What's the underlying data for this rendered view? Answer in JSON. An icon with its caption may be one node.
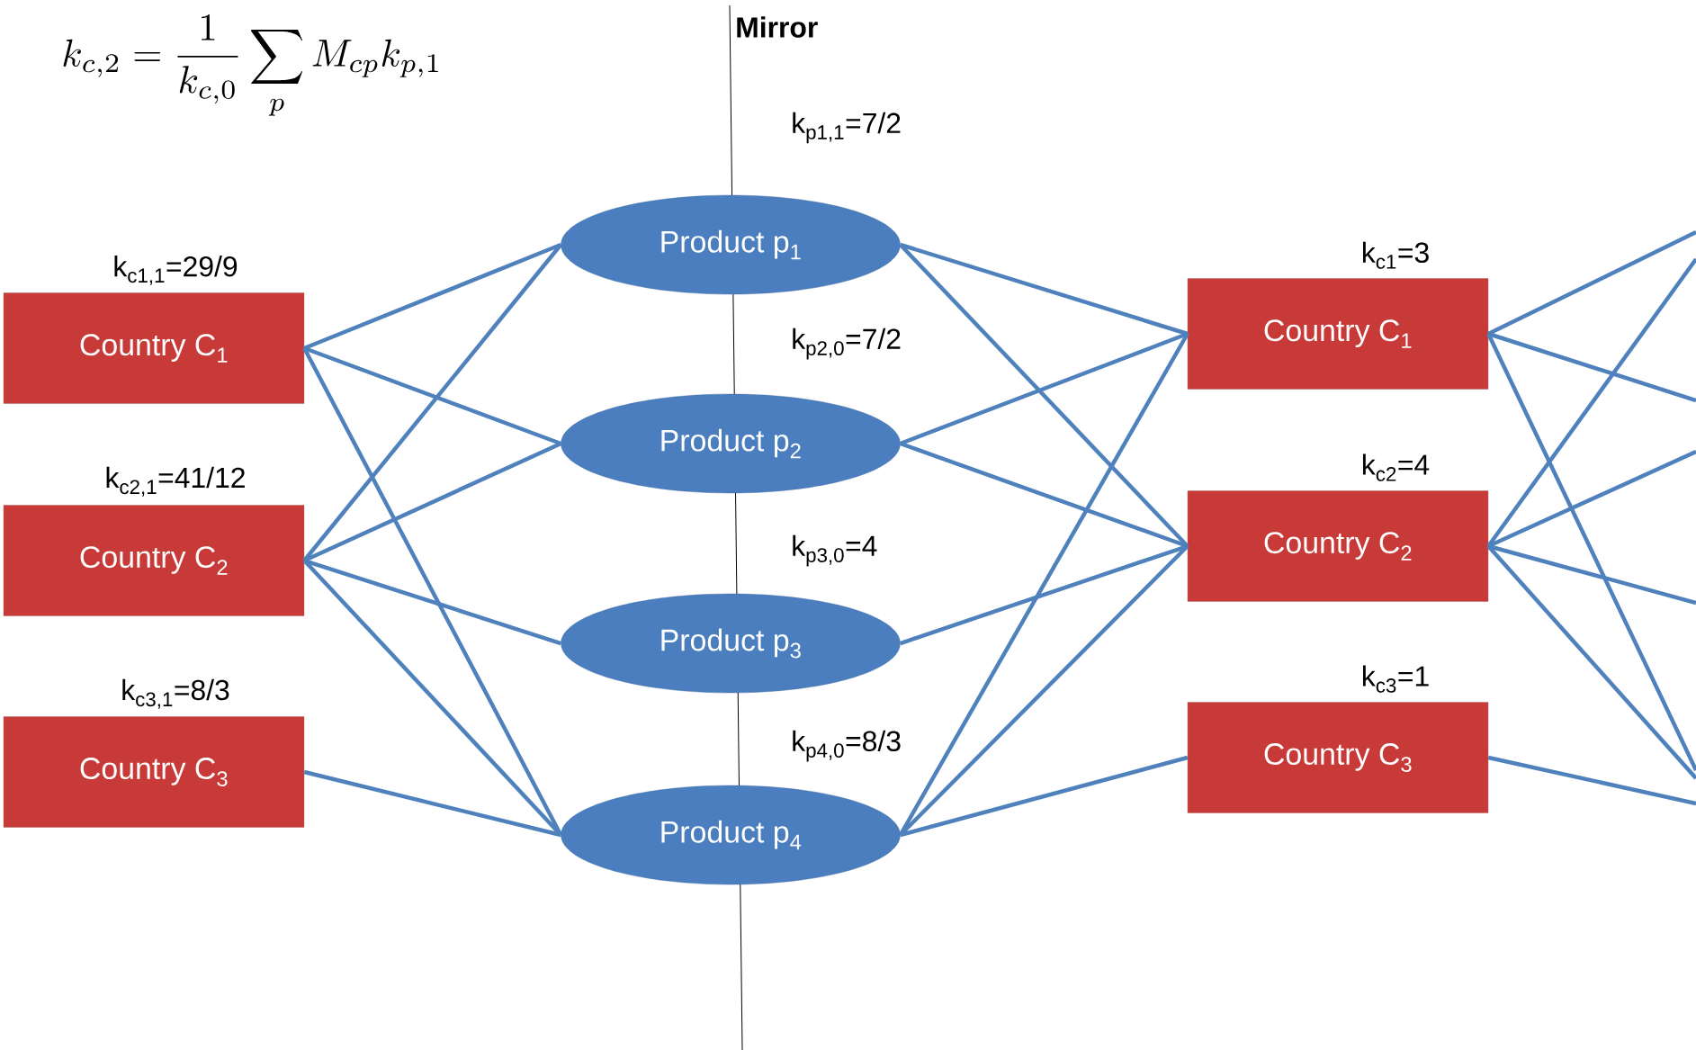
{
  "diagram": {
    "nodes": [
      {
        "text": [
          "Country C$_{1}$"
        ],
        "beside": [
          "k$_{c1,1}$=29/9"
        ]
      },
      {
        "text": [
          "Country C$_{2}$"
        ],
        "beside": [
          "k$_{c2,1}$=41/12"
        ]
      },
      {
        "text": [
          "Country C$_{3}$"
        ],
        "beside": [
          "k$_{c3,1}$=8/3"
        ]
      },
      {
        "text": [
          "Product p$_{1}$"
        ],
        "beside": [
          "k$_{p1,1}$=7/2"
        ]
      },
      {
        "text": [
          "Product p$_{2}$"
        ],
        "beside": [
          "k$_{p2,0}$=7/2"
        ]
      },
      {
        "text": [
          "Product p$_{3}$"
        ],
        "beside": [
          "k$_{p3,0}$=4"
        ]
      },
      {
        "text": [
          "Product p$_{4}$"
        ],
        "beside": [
          "k$_{p4,0}$=8/3"
        ]
      },
      {
        "text": [
          "Country C$_{1}$"
        ],
        "beside": [
          "k$_{c1}$=3"
        ]
      },
      {
        "text": [
          "Country C$_{2}$"
        ],
        "beside": [
          "k$_{c2}$=4"
        ]
      },
      {
        "text": [
          "Country C$_{3}$"
        ],
        "beside": [
          "k$_{c3}$=1"
        ]
      }
    ],
    "edges": [
      {
        "from": 0,
        "to": 3,
        "arrow": "none"
      },
      {
        "from": 0,
        "to": 4,
        "arrow": "none"
      },
      {
        "from": 0,
        "to": 6,
        "arrow": "none"
      },
      {
        "from": 1,
        "to": 3,
        "arrow": "none"
      },
      {
        "from": 1,
        "to": 4,
        "arrow": "none"
      },
      {
        "from": 1,
        "to": 5,
        "arrow": "none"
      },
      {
        "from": 1,
        "to": 6,
        "arrow": "none"
      },
      {
        "from": 2,
        "to": 6,
        "arrow": "none"
      },
      {
        "from": 3,
        "to": 7,
        "arrow": "none"
      },
      {
        "from": 3,
        "to": 8,
        "arrow": "none"
      },
      {
        "from": 4,
        "to": 7,
        "arrow": "none"
      },
      {
        "from": 4,
        "to": 8,
        "arrow": "none"
      },
      {
        "from": 5,
        "to": 8,
        "arrow": "none"
      },
      {
        "from": 6,
        "to": 7,
        "arrow": "none"
      },
      {
        "from": 6,
        "to": 8,
        "arrow": "none"
      },
      {
        "from": 6,
        "to": 9,
        "arrow": "none"
      },
      {
        "from": 7,
        "to": null,
        "arrow": "none"
      },
      {
        "from": 7,
        "to": null,
        "arrow": "none"
      },
      {
        "from": 7,
        "to": null,
        "arrow": "none"
      },
      {
        "from": 8,
        "to": null,
        "arrow": "none"
      },
      {
        "from": 8,
        "to": null,
        "arrow": "none"
      },
      {
        "from": 8,
        "to": null,
        "arrow": "none"
      },
      {
        "from": 8,
        "to": null,
        "arrow": "none"
      },
      {
        "from": 9,
        "to": null,
        "arrow": "none"
      }
    ],
    "labels": [
      "k_{c,2}=\\frac{1}{k_{c,0}}\\sum_{p}M_{cp}k_{p,1}",
      "Mirror"
    ]
  }
}
